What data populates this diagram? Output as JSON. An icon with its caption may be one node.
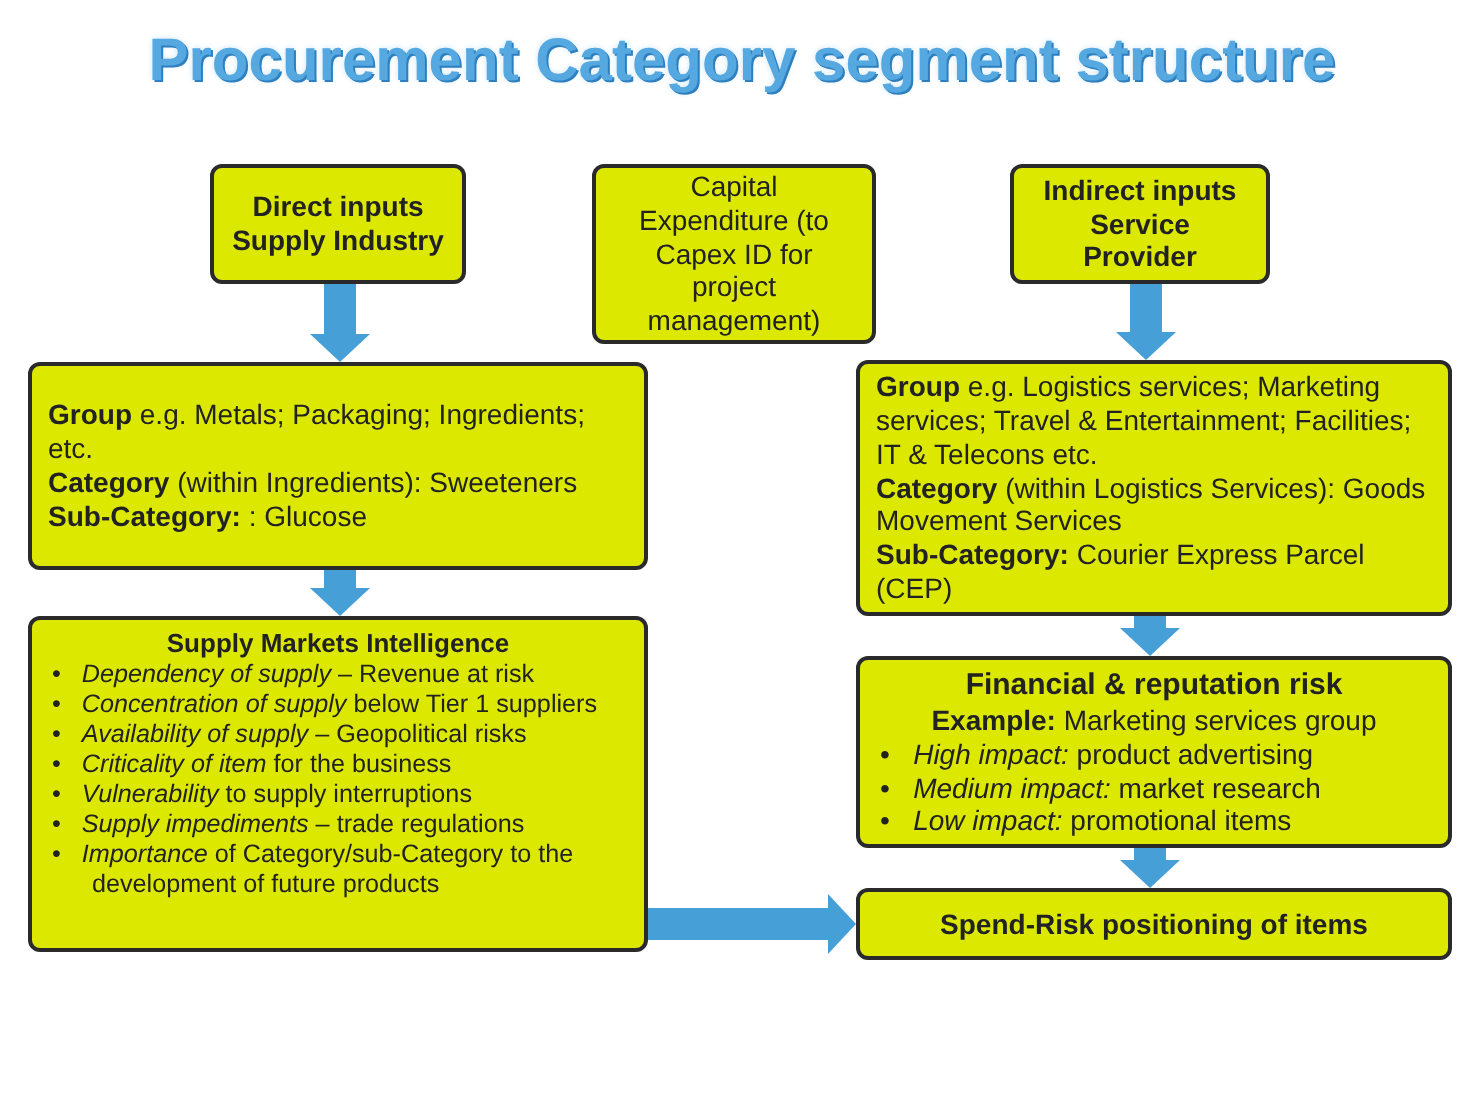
{
  "diagram": {
    "title": "Procurement Category segment structure",
    "nodes": [
      {
        "text": [
          "Direct inputs Supply Industry"
        ]
      },
      {
        "text": [
          "Capital Expenditure (to Capex ID for project management)"
        ]
      },
      {
        "text": [
          "Indirect inputs Service Provider"
        ]
      },
      {
        "text": [
          "**Group** e.g. Metals; Packaging; Ingredients; etc.",
          "**Category** (within Ingredients): Sweeteners",
          "**Sub-Category:** : Glucose"
        ]
      },
      {
        "text": [
          "**Group** e.g. Logistics services; Marketing services; Travel & Entertainment; Facilities; IT & Telecons etc.",
          "**Category** (within Logistics Services): Goods Movement Services",
          "**Sub-Category:** Courier Express Parcel (CEP)"
        ]
      },
      {
        "text": [
          "Supply Markets Intelligence",
          "•   *Dependency of supply* – Revenue at risk",
          "•   *Concentration of supply* below Tier 1 suppliers",
          "•   *Availability of supply* – Geopolitical risks",
          "•   *Criticality of item* for the business",
          "•   *Vulnerability* to supply interruptions",
          "•   *Supply impediments* – trade regulations",
          "•   *Importance* of Category/sub-Category to the development of future products"
        ]
      },
      {
        "text": [
          "Financial & reputation risk",
          "**Example:** Marketing services group",
          "•   *High impact:* product advertising",
          "•   *Medium impact:* market research",
          "•   *Low impact:* promotional items"
        ]
      },
      {
        "text": [
          "Spend-Risk positioning of items"
        ]
      }
    ],
    "edges": [
      {
        "from": 0,
        "to": 3,
        "arrow": "to"
      },
      {
        "from": 3,
        "to": 5,
        "arrow": "to"
      },
      {
        "from": 2,
        "to": 4,
        "arrow": "to"
      },
      {
        "from": 4,
        "to": 6,
        "arrow": "to"
      },
      {
        "from": 6,
        "to": 7,
        "arrow": "to"
      },
      {
        "from": 5,
        "to": 7,
        "arrow": "to"
      }
    ]
  }
}
